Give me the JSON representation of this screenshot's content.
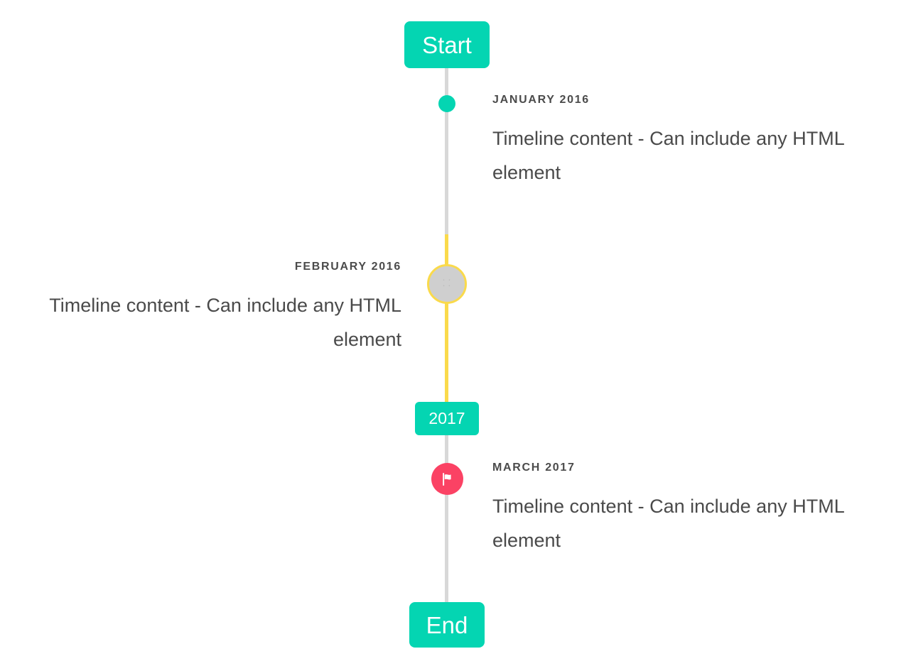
{
  "rail": {
    "line_color": "#d8d8d8",
    "highlight_color": "#fada4b"
  },
  "caps": {
    "start": {
      "label": "Start",
      "color": "#04d5b2"
    },
    "year": {
      "label": "2017",
      "color": "#04d5b2"
    },
    "end": {
      "label": "End",
      "color": "#04d5b2"
    }
  },
  "markers": {
    "january": {
      "icon": "dot-icon",
      "color": "#04d5b2"
    },
    "february": {
      "icon": "broken-image-icon",
      "color": "#cfcfcf",
      "ring_color": "#fada4b",
      "glyph": "⸬"
    },
    "march": {
      "icon": "flag-icon",
      "color": "#fb4264"
    }
  },
  "entries": [
    {
      "date": "JANUARY 2016",
      "body": "Timeline content - Can include any HTML element",
      "side": "right"
    },
    {
      "date": "FEBRUARY 2016",
      "body": "Timeline content - Can include any HTML element",
      "side": "left"
    },
    {
      "date": "MARCH 2017",
      "body": "Timeline content - Can include any HTML element",
      "side": "right"
    }
  ]
}
